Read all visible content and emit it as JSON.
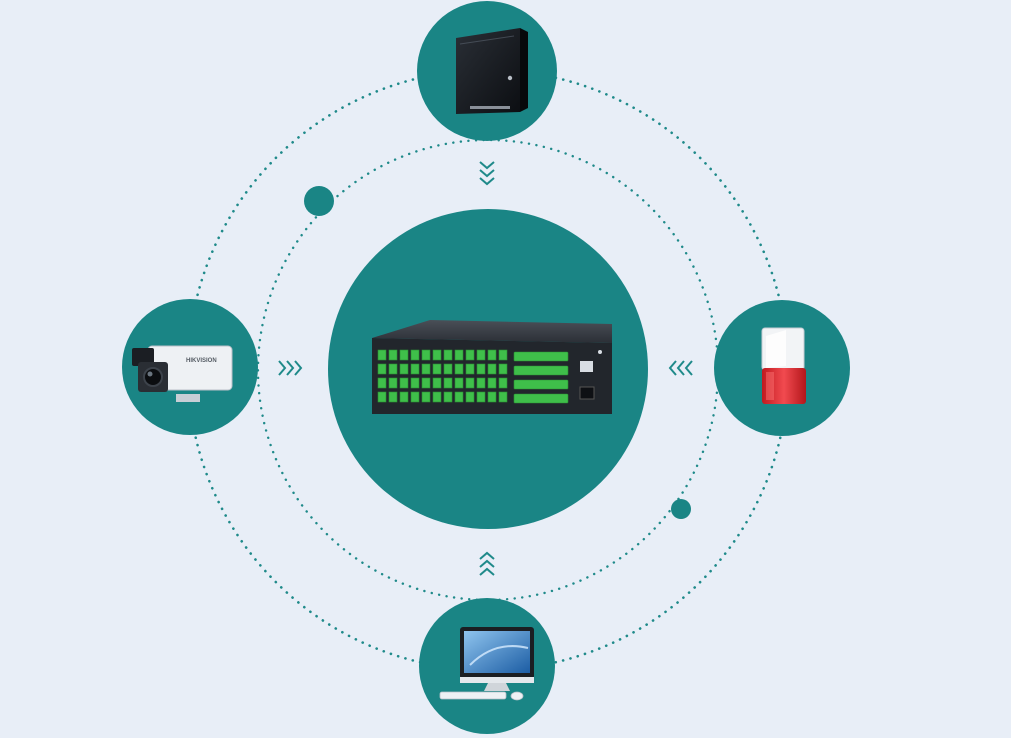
{
  "colors": {
    "background": "#e8eef7",
    "teal": "#1a8585",
    "dot_line": "#1f8a8a",
    "arrow": "#1f8a8a",
    "green_terminal": "#3fbf4a",
    "alarm_red": "#e0292f"
  },
  "camera": {
    "brand": "HIKVISION"
  },
  "nodes": [
    {
      "role": "top",
      "icon": "control-box-icon"
    },
    {
      "role": "left",
      "icon": "bullet-camera-icon"
    },
    {
      "role": "right",
      "icon": "alarm-siren-icon"
    },
    {
      "role": "bottom",
      "icon": "desktop-computer-icon"
    },
    {
      "role": "center",
      "icon": "rack-device-icon"
    }
  ],
  "arrows": [
    {
      "direction": "down",
      "icon": "chevrons-down-icon"
    },
    {
      "direction": "right",
      "icon": "chevrons-right-icon"
    },
    {
      "direction": "left",
      "icon": "chevrons-left-icon"
    },
    {
      "direction": "up",
      "icon": "chevrons-up-icon"
    }
  ]
}
